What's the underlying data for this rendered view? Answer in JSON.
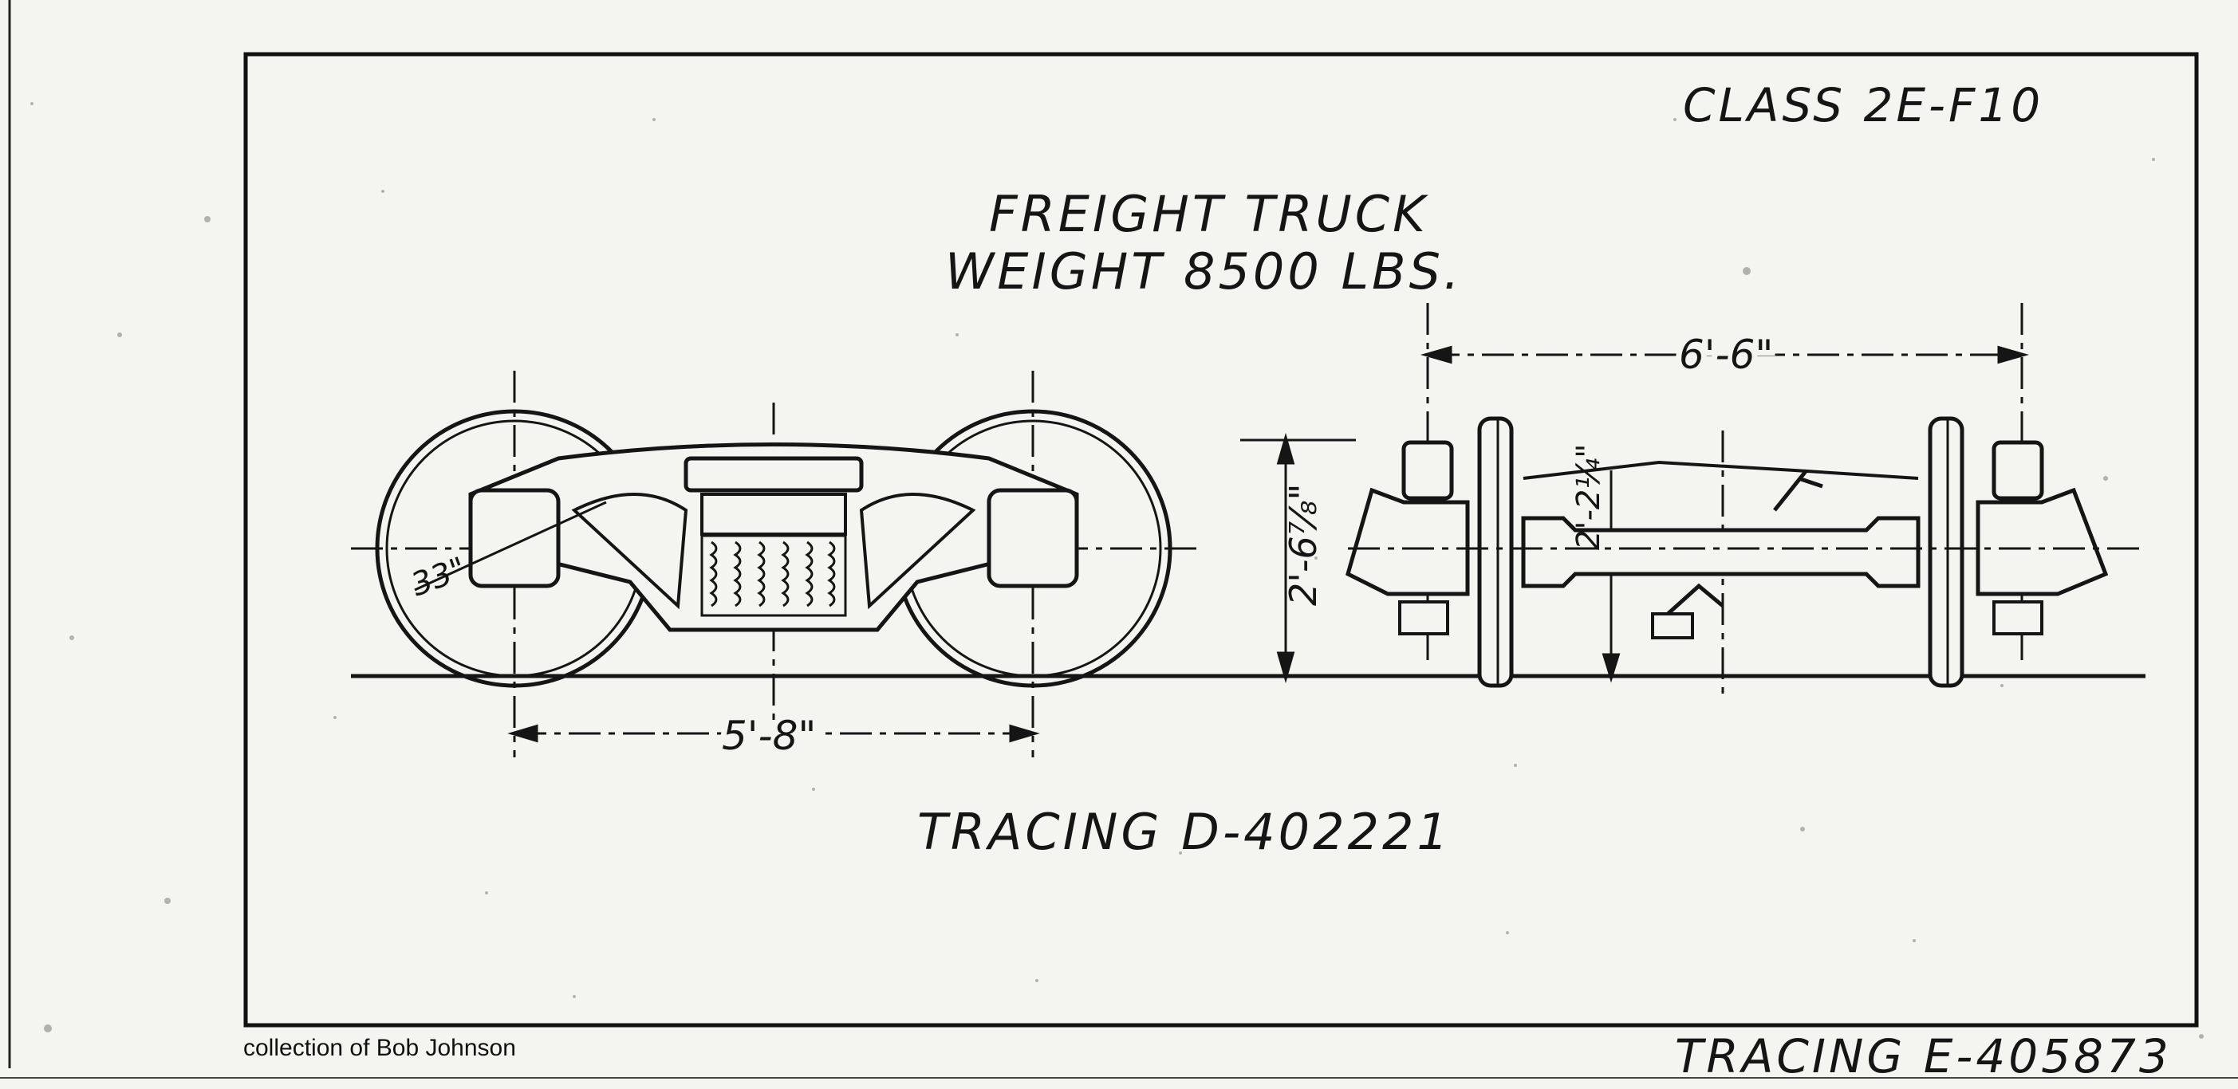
{
  "texts": {
    "class_label": "CLASS 2E-F10",
    "title_line1": "FREIGHT TRUCK",
    "title_line2": "WEIGHT 8500 LBS.",
    "tracing_inner": "TRACING D-402221",
    "tracing_outer": "TRACING E-405873",
    "credit": "collection of Bob Johnson"
  },
  "dimensions": {
    "wheel_diameter": "33\"",
    "wheelbase": "5'-8\"",
    "center_spacing": "6'-6\"",
    "height": "2'-6⅞\"",
    "bolster_height": "2'-2¼\""
  }
}
